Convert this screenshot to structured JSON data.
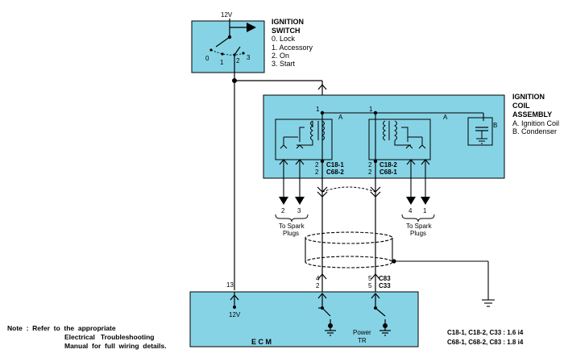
{
  "colors": {
    "component_fill": "#86d3e6",
    "wire": "#000000",
    "background": "#ffffff"
  },
  "ignition_switch": {
    "supply_label": "12V",
    "title_line1": "IGNITION",
    "title_line2": "SWITCH",
    "positions": [
      "0. Lock",
      "1. Accessory",
      "2. On",
      "3. Start"
    ],
    "terminal_labels": [
      "0",
      "1",
      "2",
      "3"
    ]
  },
  "ignition_coil": {
    "title_line1": "IGNITION",
    "title_line2": "COIL",
    "title_line3": "ASSEMBLY",
    "legend": [
      "A. Ignition Coil",
      "B. Condenser"
    ],
    "coil_a_label": "A",
    "coil_b_label": "A",
    "condenser_label": "B",
    "pin1_left": "1",
    "pin1_right": "1",
    "pin2_left_top": "2",
    "pin2_left_bottom": "2",
    "pin2_right_top": "2",
    "pin2_right_bottom": "2",
    "connector_left_line1": "C18-1",
    "connector_left_line2": "C68-2",
    "connector_right_line1": "C18-2",
    "connector_right_line2": "C68-1"
  },
  "spark_plugs": {
    "left_pins": [
      "2",
      "3"
    ],
    "right_pins": [
      "4",
      "1"
    ],
    "label_line1": "To Spark",
    "label_line2": "Plugs"
  },
  "ecm": {
    "name": "E  C  M",
    "supply_label": "12V",
    "pin_power": "13",
    "pin_left_top": "4",
    "pin_left_bottom": "2",
    "pin_right_top": "5",
    "pin_right_bottom": "5",
    "connector_line1": "C83",
    "connector_line2": "C33",
    "power_tr_line1": "Power",
    "power_tr_line2": "TR"
  },
  "note": {
    "line1": "Note  :  Refer  to  the  appropriate",
    "line2": "Electrical   Troubleshooting",
    "line3": "Manual  for  full  wiring  details."
  },
  "connector_sizes": {
    "line1": "C18-1,  C18-2,  C33  :  1.6  i4",
    "line2": "C68-1,  C68-2,  C83  :  1.8  i4"
  }
}
